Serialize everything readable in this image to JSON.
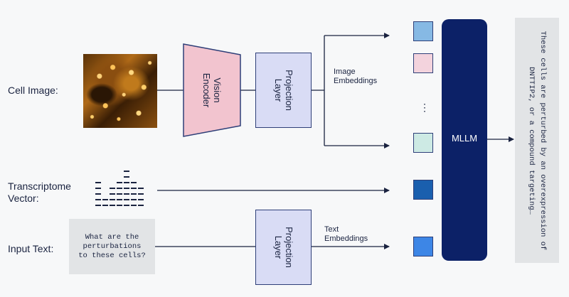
{
  "labels": {
    "cell_image": "Cell Image:",
    "transcriptome_line1": "Transcriptome",
    "transcriptome_line2": "Vector:",
    "input_text": "Input Text:"
  },
  "blocks": {
    "vision_encoder_line1": "Vision",
    "vision_encoder_line2": "Encoder",
    "projection_line1": "Projection",
    "projection_line2": "Layer",
    "mllm": "MLLM"
  },
  "edge_labels": {
    "image_embeddings_line1": "Image",
    "image_embeddings_line2": "Embeddings",
    "text_embeddings_line1": "Text",
    "text_embeddings_line2": "Embeddings"
  },
  "question_text": "What are the\nperturbations\nto these cells?",
  "output_text": "These cells are perturbed by an overexpression of DNTTIP2, or a compound targeting…",
  "ellipsis": "⋮",
  "colors": {
    "vision_encoder_fill": "#f2c4cf",
    "projection_fill": "#d9dcf5",
    "mllm_fill": "#0c2167",
    "token_1": "#86b9e4",
    "token_2": "#f3d3dd",
    "token_3": "#cdeae4",
    "token_transcriptome": "#1a5fae",
    "token_text": "#3d86e6"
  }
}
